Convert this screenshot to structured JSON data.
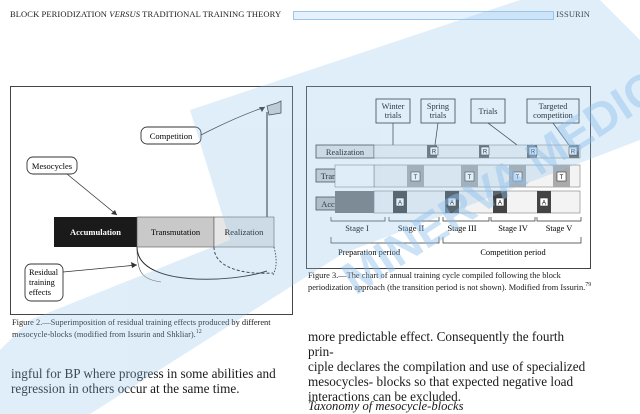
{
  "header": {
    "left_part1": "BLOCK PERIODIZATION ",
    "left_italic": "VERSUS",
    "left_part2": " TRADITIONAL TRAINING THEORY",
    "right": "ISSURIN"
  },
  "figure2": {
    "competition": "Competition",
    "mesocycles": "Mesocycles",
    "accumulation": "Accumulation",
    "transmutation": "Transmutation",
    "realization": "Realization",
    "residual_line1": "Residual",
    "residual_line2": "training",
    "residual_line3": "effects",
    "caption": "Figure 2.—Superimposition of residual training effects produced by different mesocycle-blocks (modified from Issurin and Shkliar).",
    "caption_ref": "12"
  },
  "figure3": {
    "top_boxes": [
      {
        "l1": "Winter",
        "l2": "trials"
      },
      {
        "l1": "Spring",
        "l2": "trials"
      },
      {
        "l1": "Trials",
        "l2": ""
      },
      {
        "l1": "Targeted",
        "l2": "competition"
      }
    ],
    "rows": [
      "Realization",
      "Transmutation",
      "Accumulation"
    ],
    "letter_r": "R",
    "letter_t": "T",
    "letter_a": "A",
    "stages": [
      "Stage I",
      "Stage II",
      "Stage III",
      "Stage IV",
      "Stage V"
    ],
    "prep_period": "Preparation period",
    "comp_period": "Competition period",
    "caption": "Figure 3.—The chart of annual training cycle compiled following the block periodization approach (the transition period is not shown). Modified from Issurin.",
    "caption_ref": "79"
  },
  "body": {
    "left_line1": "ingful for BP where progress in some abilities and",
    "left_line2": "regression in others occur at the same time.",
    "right_line1": "more predictable effect. Consequently the fourth prin-",
    "right_line2": "ciple declares the compilation and use of specialized",
    "right_line3": "mesocycles- blocks so that expected negative load",
    "right_line4": "interactions can be excluded.",
    "subhead": "Taxonomy of mesocycle-blocks"
  },
  "watermark": {
    "text": "MINERVA MEDICA",
    "color": "#8fc1ec"
  }
}
